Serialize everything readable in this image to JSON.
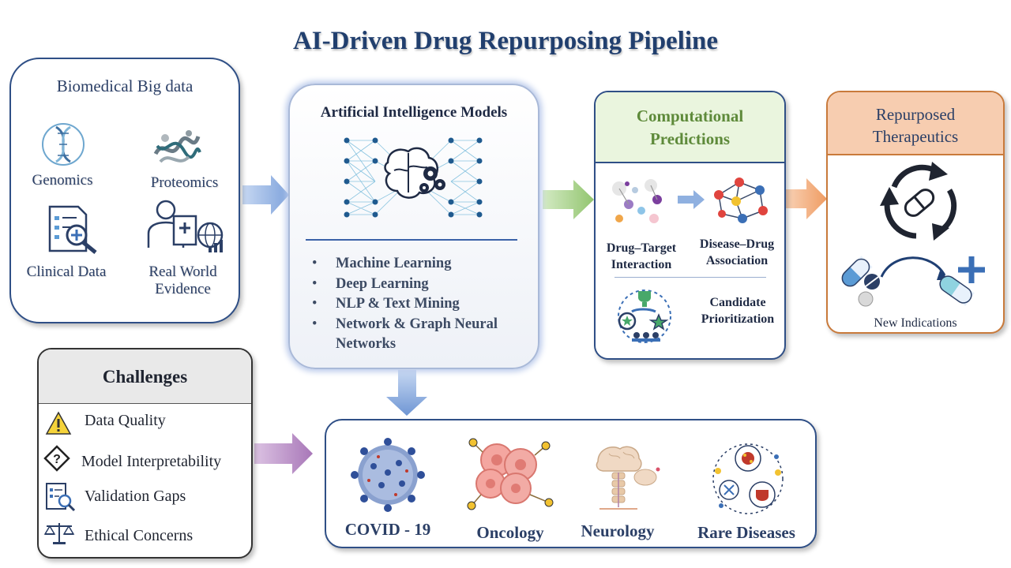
{
  "title": "AI-Driven Drug Repurposing Pipeline",
  "biomedical": {
    "title": "Biomedical Big data",
    "items": [
      {
        "label": "Genomics",
        "icon": "dna-icon"
      },
      {
        "label": "Proteomics",
        "icon": "protein-icon"
      },
      {
        "label": "Clinical Data",
        "icon": "clinical-report-icon"
      },
      {
        "label_line1": "Real World",
        "label_line2": "Evidence",
        "icon": "doctor-globe-icon"
      }
    ]
  },
  "ai_models": {
    "title": "Artificial Intelligence Models",
    "bullet": "•",
    "items": [
      "Machine Learning",
      "Deep Learning",
      "NLP & Text Mining",
      "Network & Graph Neural Networks"
    ]
  },
  "computational": {
    "title_line1": "Computational",
    "title_line2": "Predictions",
    "dti_line1": "Drug–Target",
    "dti_line2": "Interaction",
    "dda_line1": "Disease–Drug",
    "dda_line2": "Association",
    "cp_line1": "Candidate",
    "cp_line2": "Prioritization"
  },
  "repurposed": {
    "title_line1": "Repurposed",
    "title_line2": "Therapeutics",
    "subtitle": "New Indications"
  },
  "challenges": {
    "title": "Challenges",
    "items": [
      {
        "label": "Data Quality",
        "icon": "warning-icon"
      },
      {
        "label": "Model Interpretability",
        "icon": "question-diamond-icon"
      },
      {
        "label": "Validation Gaps",
        "icon": "checklist-magnifier-icon"
      },
      {
        "label": "Ethical Concerns",
        "icon": "scales-icon"
      }
    ]
  },
  "applications": [
    "COVID - 19",
    "Oncology",
    "Neurology",
    "Rare Diseases"
  ],
  "colors": {
    "title": "#213f6e",
    "panel_border": "#2f4f86",
    "arrow_blue": "#8fb0e0",
    "arrow_green": "#a9d18e",
    "arrow_orange": "#f4b183",
    "arrow_purple": "#b990c6",
    "computational_header": "#eaf5de",
    "repurposed_header": "#f7cdb0",
    "challenges_header": "#e9e9e9"
  }
}
